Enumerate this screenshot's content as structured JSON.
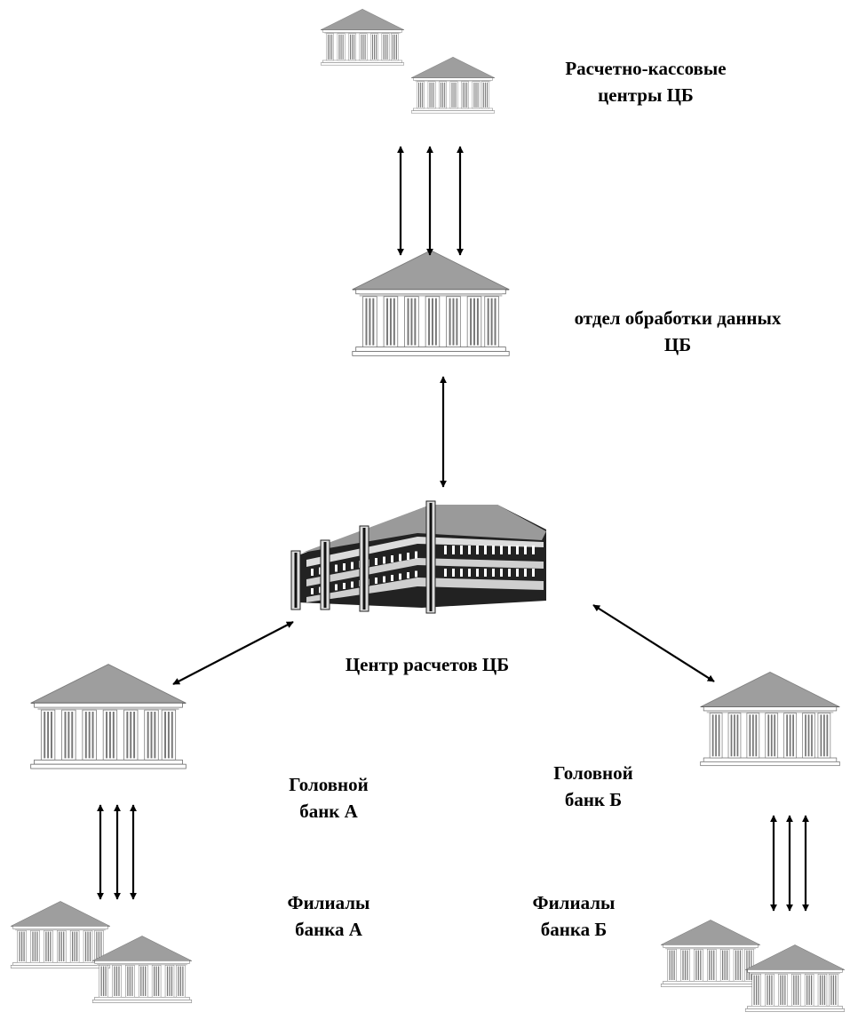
{
  "nodes": {
    "rkc": {
      "lines": [
        "Расчетно-кассовые",
        "центры ЦБ"
      ],
      "icon": "bank-building-pair"
    },
    "processing": {
      "lines": [
        "отдел обработки данных",
        "ЦБ"
      ],
      "icon": "bank-building"
    },
    "center": {
      "lines": [
        "Центр расчетов ЦБ"
      ],
      "icon": "modern-office-building"
    },
    "head_a": {
      "lines": [
        "Головной",
        "банк А"
      ],
      "icon": "bank-building"
    },
    "head_b": {
      "lines": [
        "Головной",
        "банк Б"
      ],
      "icon": "bank-building"
    },
    "branches_a": {
      "lines": [
        "Филиалы",
        "банка А"
      ],
      "icon": "bank-building-pair"
    },
    "branches_b": {
      "lines": [
        "Филиалы",
        "банка Б"
      ],
      "icon": "bank-building-pair"
    }
  },
  "colors": {
    "roof": "#9e9e9e",
    "roof_edge": "#808080",
    "column": "#ffffff",
    "column_shade": "#7a7a7a",
    "line": "#000000"
  }
}
